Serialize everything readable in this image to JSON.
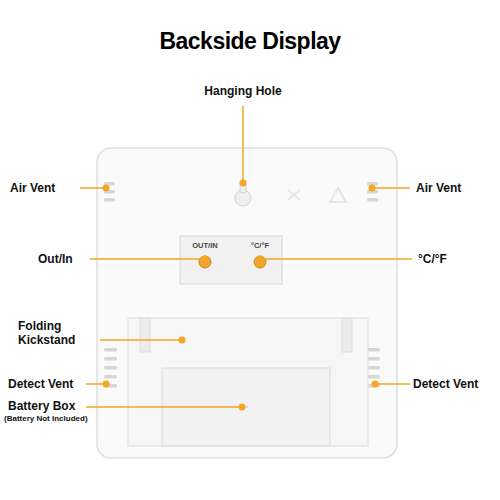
{
  "diagram": {
    "title": "Backside Display",
    "labels": [
      "Hanging Hole",
      "Air Vent",
      "Air Vent",
      "OUT/IN",
      "°C/°F",
      "Out/In",
      "°C/°F",
      "Folding Kickstand",
      "Detect Vent",
      "Detect Vent",
      "Battery Box",
      "(Battery Not Included)"
    ]
  }
}
